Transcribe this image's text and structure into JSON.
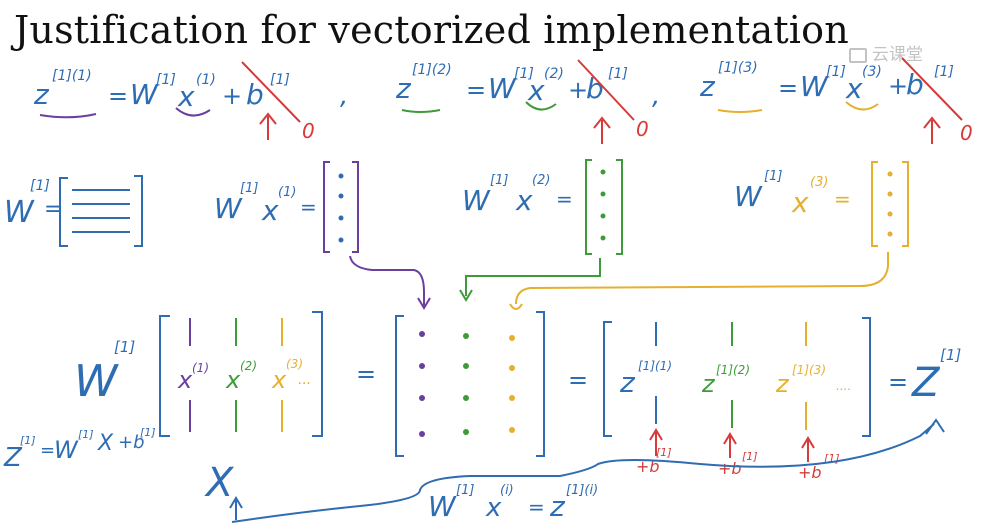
{
  "slide": {
    "title": "Justification for vectorized implementation",
    "watermark": "云课堂"
  },
  "colors": {
    "blue": "#2f6db3",
    "purple": "#6a3fa0",
    "green": "#3f9b3a",
    "yellow": "#e6b02e",
    "red": "#d63a3a",
    "ink": "#111111"
  },
  "top_equations": {
    "eq1": {
      "z": "z",
      "z_sup": "[1](1)",
      "eq": "=",
      "w": "W",
      "w_sup": "[1]",
      "x": "x",
      "x_sup": "(1)",
      "plus": "+",
      "b": "b",
      "b_sup": "[1]",
      "zero": "0"
    },
    "eq2": {
      "z": "z",
      "z_sup": "[1](2)",
      "eq": "=",
      "w": "W",
      "w_sup": "[1]",
      "x": "x",
      "x_sup": "(2)",
      "plus": "+",
      "b": "b",
      "b_sup": "[1]",
      "zero": "0"
    },
    "eq3": {
      "z": "z",
      "z_sup": "[1](3)",
      "eq": "=",
      "w": "W",
      "w_sup": "[1]",
      "x": "x",
      "x_sup": "(3)",
      "plus": "+",
      "b": "b",
      "b_sup": "[1]",
      "zero": "0"
    },
    "comma": ","
  },
  "middle_row": {
    "w_matrix": {
      "w": "W",
      "w_sup": "[1]",
      "eq": "="
    },
    "wx1": {
      "w": "W",
      "w_sup": "[1]",
      "x": "x",
      "x_sup": "(1)",
      "eq": "="
    },
    "wx2": {
      "w": "W",
      "w_sup": "[1]",
      "x": "x",
      "x_sup": "(2)",
      "eq": "="
    },
    "wx3": {
      "w": "W",
      "w_sup": "[1]",
      "x": "x",
      "x_sup": "(3)",
      "eq": "="
    }
  },
  "bottom_row": {
    "w": "W",
    "w_sup": "[1]",
    "x_cols": [
      {
        "x": "x",
        "sup": "(1)"
      },
      {
        "x": "x",
        "sup": "(2)"
      },
      {
        "x": "x",
        "sup": "(3)"
      }
    ],
    "x_ellipsis": "...",
    "eq1": "=",
    "eq2": "=",
    "z_cols": [
      {
        "z": "z",
        "sup": "[1](1)"
      },
      {
        "z": "z",
        "sup": "[1](2)"
      },
      {
        "z": "z",
        "sup": "[1](3)"
      }
    ],
    "z_ellipsis": "....",
    "eq3": "=",
    "Z": "Z",
    "Z_sup": "[1]",
    "plus_b": [
      {
        "label": "+b",
        "sup": "[1]"
      },
      {
        "label": "+b",
        "sup": "[1]"
      },
      {
        "label": "+b",
        "sup": "[1]"
      }
    ],
    "X": "X"
  },
  "side_equation": {
    "text": "Z",
    "z_sup": "[1]",
    "eq": "=",
    "w": "W",
    "w_sup": "[1]",
    "x": "X",
    "plus": "+b",
    "b_sup": "[1]"
  },
  "bottom_equation": {
    "w": "W",
    "w_sup": "[1]",
    "x": "x",
    "x_sup": "(i)",
    "eq": "=",
    "z": "z",
    "z_sup": "[1](i)"
  }
}
